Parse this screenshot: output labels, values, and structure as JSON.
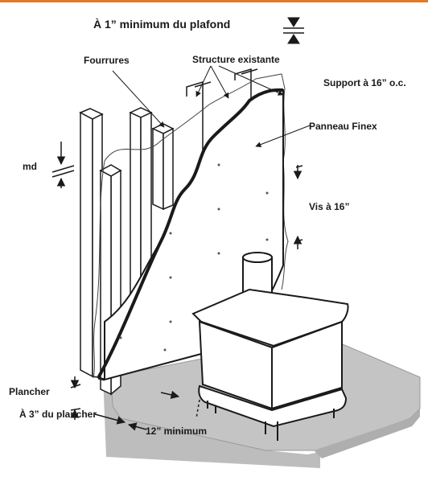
{
  "header": {
    "title": "À 1” minimum du plafond"
  },
  "labels": {
    "fourrures": "Fourrures",
    "structure": "Structure existante",
    "support": "Support à 16” o.c.",
    "panneau": "Panneau Finex",
    "md": "md",
    "vis": "Vis à 16”",
    "plancher": "Plancher",
    "floor_clearance": "À 3” du plancher",
    "front_clearance": "12” minimum"
  },
  "colors": {
    "accent": "#e07b2a",
    "floor_pad": "#c4c4c4",
    "ink": "#1a1a1a"
  },
  "icons": [
    "ceiling-clearance-icon",
    "wood-stove-icon"
  ]
}
